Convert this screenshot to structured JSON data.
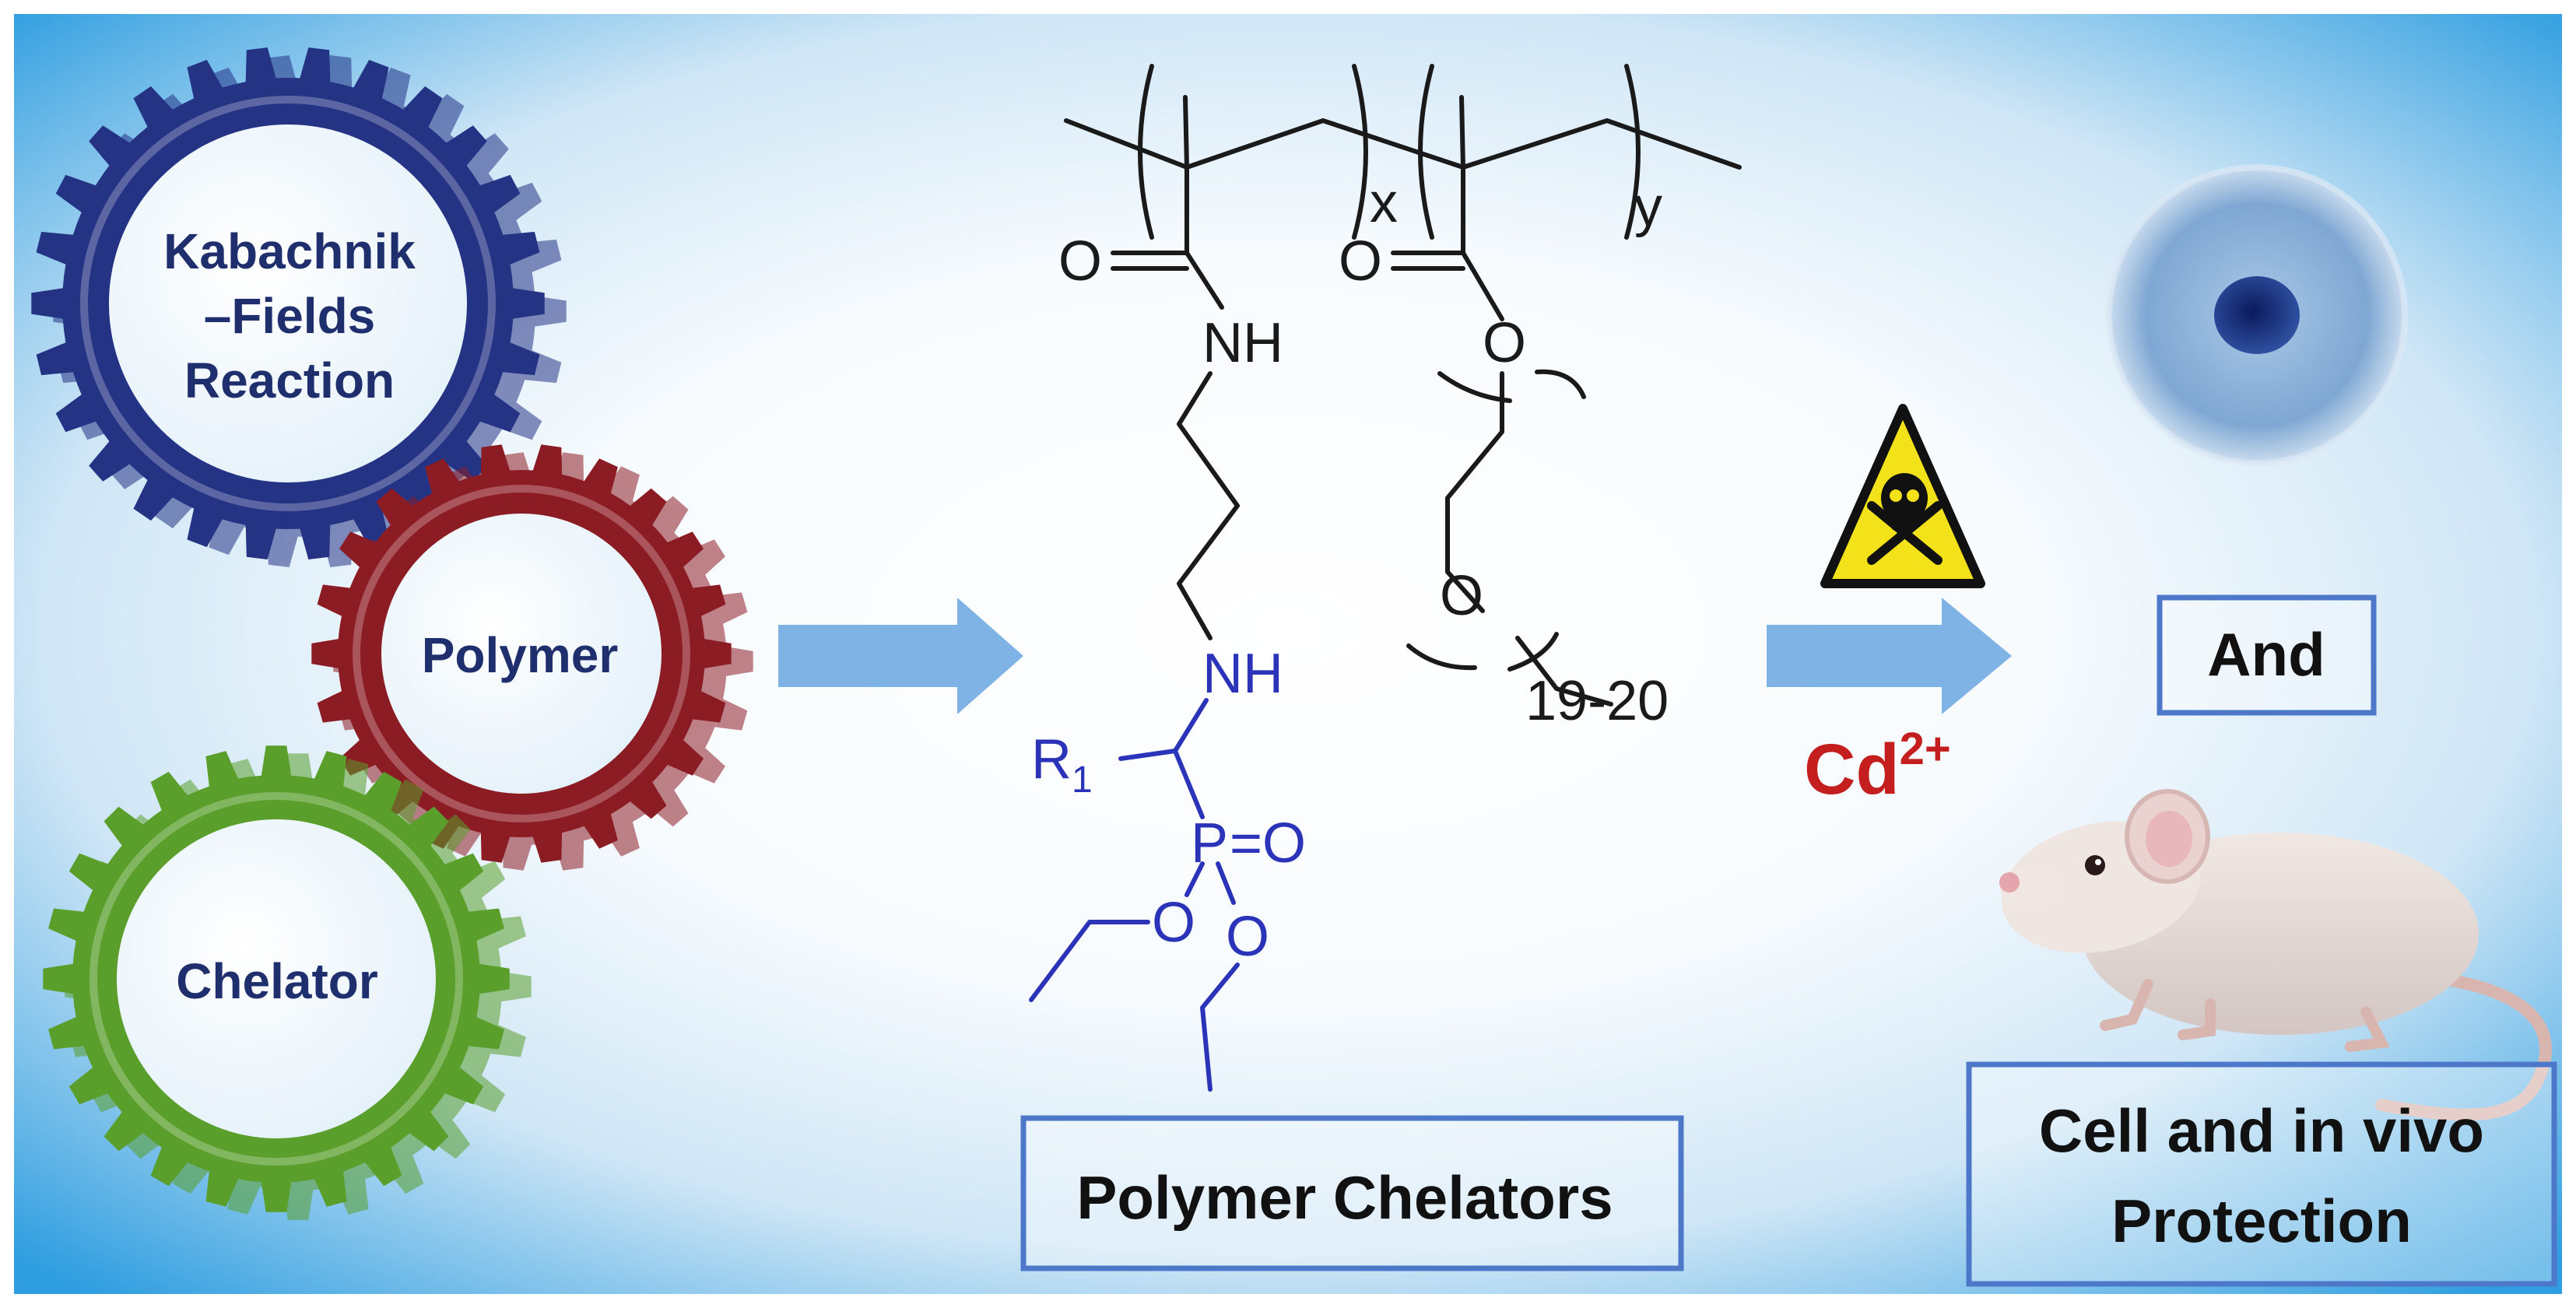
{
  "colors": {
    "gear_top": "#253385",
    "gear_middle": "#8c1c24",
    "gear_bottom": "#5a9e2b",
    "gear_label": "#1f2f6e",
    "arrow": "#7fb3e6",
    "box_border": "#4d77c9",
    "cd_label": "#c41e1e",
    "chem_backbone": "#1a1a1a",
    "chem_chelator": "#2b33b8",
    "background_edge": "#2f9ee0"
  },
  "gears": [
    {
      "name": "kabachnik",
      "line1": "Kabachnik",
      "line2": "–Fields",
      "line3": "Reaction"
    },
    {
      "name": "polymer",
      "line1": "Polymer"
    },
    {
      "name": "chelator",
      "line1": "Chelator"
    }
  ],
  "structure": {
    "sub_x": "x",
    "sub_y": "y",
    "o_amide": "O",
    "o_ester": "O",
    "nh_amide": "NH",
    "o_ether": "O",
    "o_peg": "O",
    "repeat": "19-20",
    "nh_amine": "NH",
    "r_group": "R",
    "r_subscript": "1",
    "p_atom": "P",
    "p_eq_o": "=O",
    "o_left": "O",
    "o_right": "O"
  },
  "labels": {
    "product": "Polymer Chelators",
    "cd_symbol": "Cd",
    "cd_charge": "2+",
    "and": "And",
    "protection_line1": "Cell and in vivo",
    "protection_line2": "Protection"
  },
  "icons": {
    "arrow_1": "right-arrow-icon",
    "arrow_2": "right-arrow-icon",
    "toxic": "skull-crossbones-warning-icon",
    "cell": "cell-icon",
    "mouse": "mouse-icon"
  }
}
